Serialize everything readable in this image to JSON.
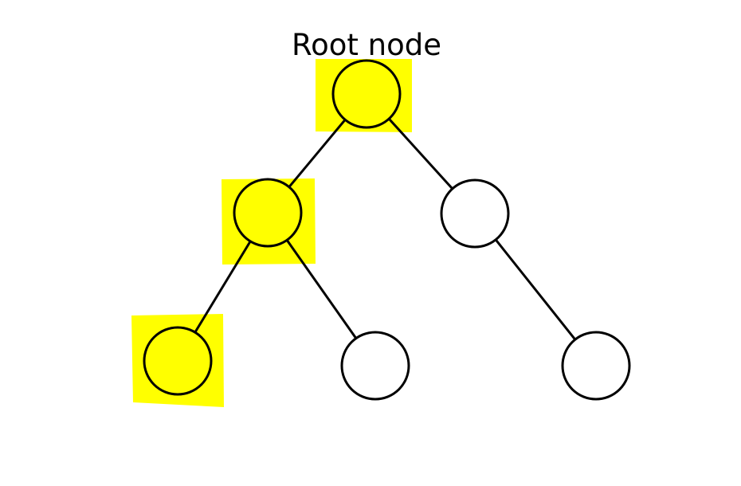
{
  "diagram": {
    "title": "Root node",
    "highlight_color": "#ffff00",
    "node_fill_default": "#ffffff",
    "line_color": "#000000",
    "nodes": [
      {
        "id": "root",
        "highlighted": true
      },
      {
        "id": "left-child",
        "highlighted": true
      },
      {
        "id": "right-child",
        "highlighted": false
      },
      {
        "id": "left-left-grandchild",
        "highlighted": true
      },
      {
        "id": "left-right-grandchild",
        "highlighted": false
      },
      {
        "id": "right-right-grandchild",
        "highlighted": false
      }
    ],
    "edges": [
      {
        "from": "root",
        "to": "left-child"
      },
      {
        "from": "root",
        "to": "right-child"
      },
      {
        "from": "left-child",
        "to": "left-left-grandchild"
      },
      {
        "from": "left-child",
        "to": "left-right-grandchild"
      },
      {
        "from": "right-child",
        "to": "right-right-grandchild"
      }
    ]
  }
}
